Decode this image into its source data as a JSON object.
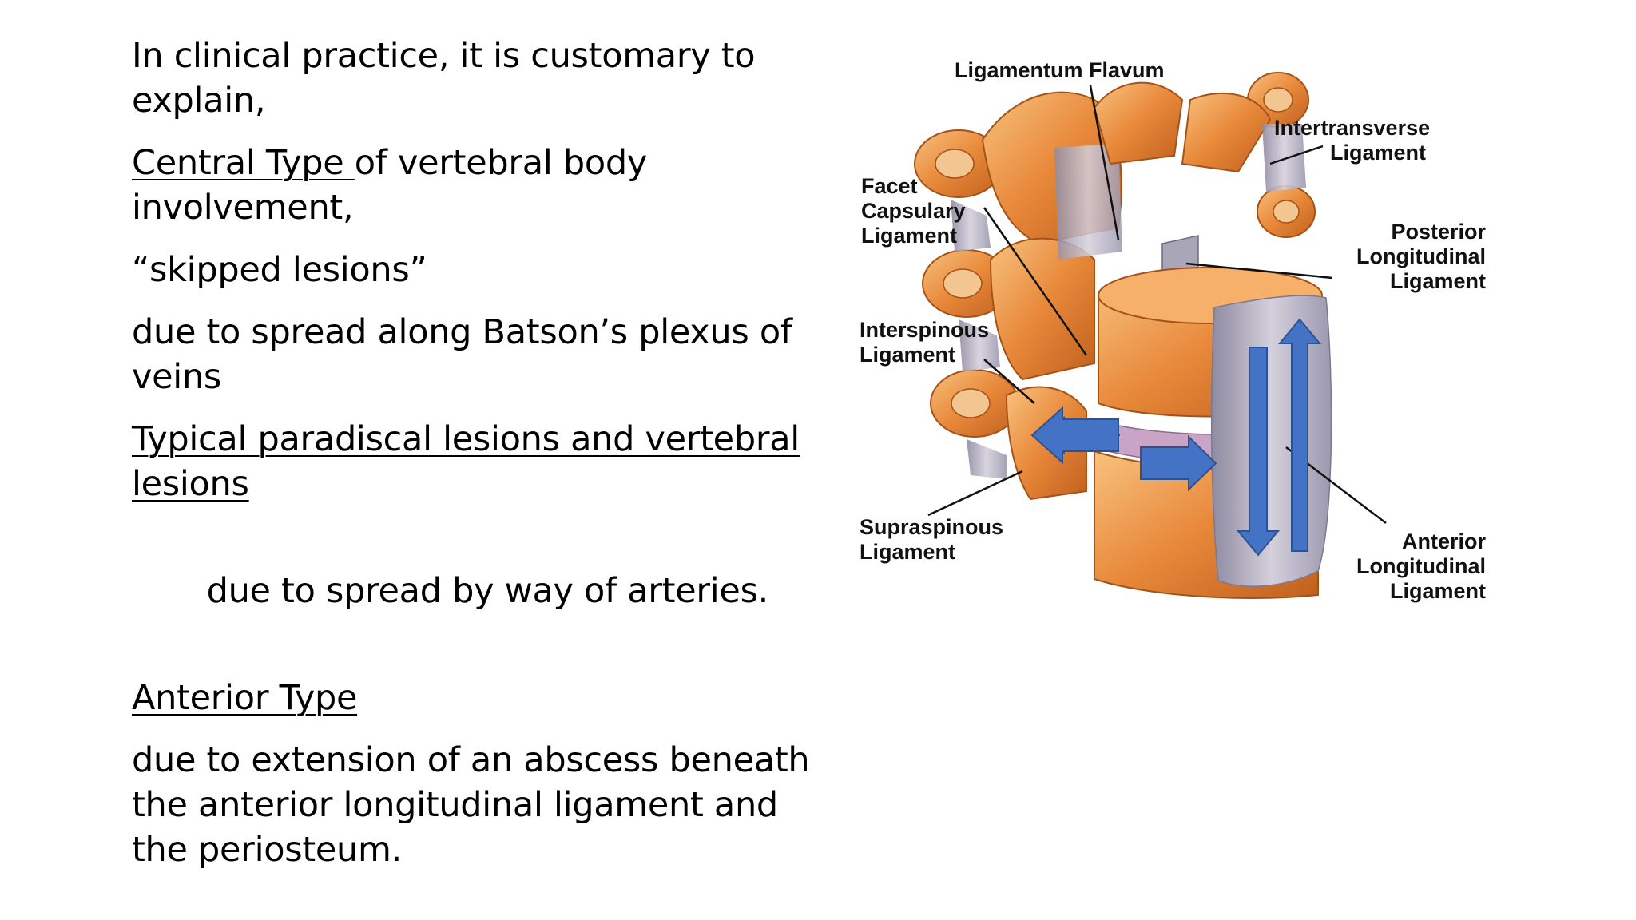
{
  "slide": {
    "paragraphs": [
      {
        "plain": "In clinical practice, it is customary to explain,"
      },
      {
        "underlined": "Central Type ",
        "rest": "of vertebral body involvement,"
      },
      {
        "plain": "“skipped lesions”"
      },
      {
        "plain": "due to spread along Batson’s plexus of veins"
      },
      {
        "underlined": "Typical paradiscal lesions and vertebral lesions"
      },
      {
        "plain": " due to spread by way of arteries."
      },
      {
        "underlined": "Anterior Type"
      },
      {
        "plain": "due to extension of an abscess beneath the anterior longitudinal ligament and the periosteum."
      }
    ]
  },
  "figure": {
    "labels": {
      "ligamentum_flavum": "Ligamentum Flavum",
      "intertransverse_1": "Intertransverse",
      "intertransverse_2": "Ligament",
      "facet_1": "Facet",
      "facet_2": "Capsulary",
      "facet_3": "Ligament",
      "posterior_1": "Posterior",
      "posterior_2": "Longitudinal",
      "posterior_3": "Ligament",
      "interspinous_1": "Interspinous",
      "interspinous_2": "Ligament",
      "supraspinous_1": "Supraspinous",
      "supraspinous_2": "Ligament",
      "anterior_1": "Anterior",
      "anterior_2": "Longitudinal",
      "anterior_3": "Ligament"
    },
    "colors": {
      "bone": "#E8883A",
      "bone_light": "#F6B06A",
      "ligament": "#B8B4C4",
      "arrow": "#4472C4"
    }
  }
}
